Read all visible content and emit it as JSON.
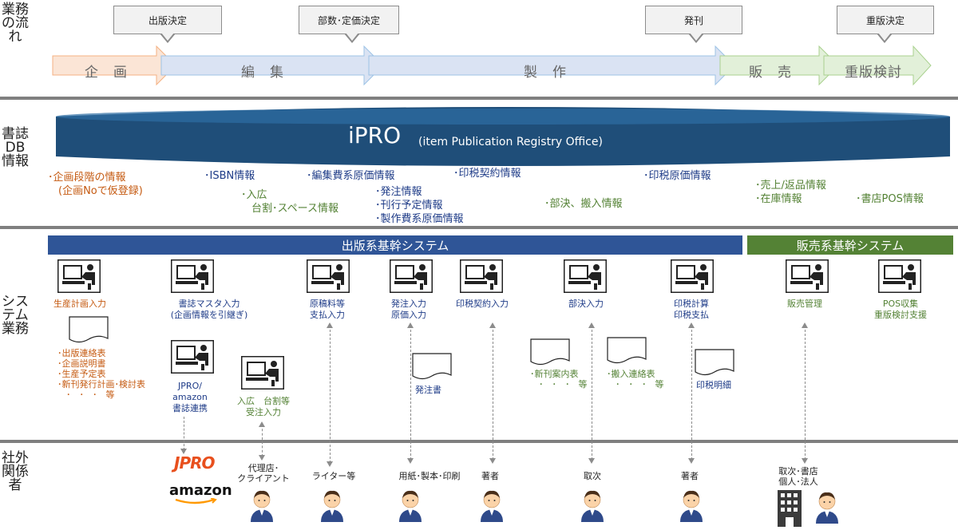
{
  "row_labels": {
    "flow": "業務の流れ",
    "db": "書誌DB情報",
    "system": "システム業務",
    "external": "社外関係者"
  },
  "callouts": {
    "publish_decision": "出版決定",
    "copies_price": "部数･定価決定",
    "release": "発刊",
    "reprint_decision": "重版決定"
  },
  "phases": {
    "plan": "企　画",
    "edit": "編　集",
    "make": "製　作",
    "sell": "販　売",
    "reprint": "重版検討"
  },
  "ipro": {
    "name": "iPRO",
    "full": "(item Publication Registry Office)"
  },
  "db_info": {
    "plan_info": "･企画段階の情報\n　(企画Noで仮登録)",
    "isbn": "･ISBN情報",
    "ad": "･入広\n　台割･スペース情報",
    "edit_cost": "･編集費系原価情報",
    "order": "･発注情報\n･刊行予定情報\n･製作費系原価情報",
    "royalty_contract": "･印税契約情報",
    "distribution": "･部決、搬入情報",
    "royalty_cost": "･印税原価情報",
    "sales": "･売上/返品情報\n･在庫情報",
    "pos": "･書店POS情報"
  },
  "bars": {
    "publishing": "出版系基幹システム",
    "sales": "販売系基幹システム"
  },
  "systems": {
    "production_plan": "生産計画入力",
    "biblio_master": "書誌マスタ入力\n(企画情報を引継ぎ)",
    "manuscript": "原稿料等\n支払入力",
    "order_entry": "発注入力\n原価入力",
    "royalty_contract": "印税契約入力",
    "distribution": "部決入力",
    "royalty_calc": "印税計算\n印税支払",
    "sales_mgmt": "販売管理",
    "pos": "POS収集\n重版検討支援",
    "jpro_amazon": "JPRO/\namazon\n書誌連携",
    "ad_order": "入広　台割等\n受注入力"
  },
  "documents": {
    "plan_docs": "･出版連絡表\n･企画説明書\n･生産予定表\n･新刊発行計画･検討表\n　･　･　･　等",
    "order_sheet": "発注書",
    "new_release": "･新刊案内表\n　･　･　･　等",
    "delivery": "･搬入連絡表\n　･　･　･　等",
    "royalty_detail": "印税明細"
  },
  "external": {
    "jpro_logo": "JPRO",
    "amazon_logo": "amazon",
    "agency": "代理店･\nクライアント",
    "writer": "ライター等",
    "printer": "用紙･製本･印刷",
    "author1": "著者",
    "distributor": "取次",
    "author2": "著者",
    "customers": "取次･書店\n個人･法人"
  },
  "colors": {
    "ipro_blue": "#1f4e79",
    "pub_bar": "#2f5597",
    "sales_bar": "#548235",
    "plan_phase": "#fbe5d6",
    "edit_phase": "#dae3f3",
    "sell_phase": "#e2f0d9",
    "orange_text": "#c55a11",
    "green_text": "#548235",
    "blue_text": "#1f3c88"
  }
}
